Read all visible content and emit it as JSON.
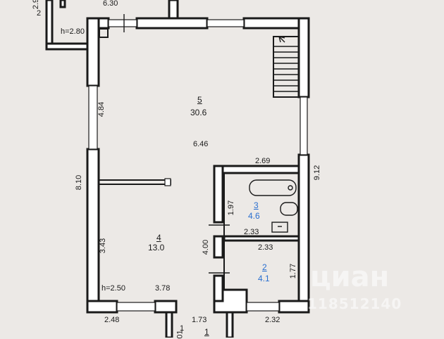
{
  "plan": {
    "rooms": [
      {
        "number": "5",
        "area": "30.6"
      },
      {
        "number": "4",
        "area": "13.0"
      },
      {
        "number": "3",
        "area": "4.6"
      },
      {
        "number": "2",
        "area": "4.1"
      },
      {
        "number": "1",
        "area": ""
      }
    ],
    "dimensions": {
      "d_630": "6.30",
      "d_646": "6.46",
      "d_484": "4.84",
      "d_810": "8.10",
      "d_343": "3.43",
      "d_912": "9.12",
      "d_269": "2.69",
      "d_197": "1.97",
      "d_233a": "2.33",
      "d_233b": "2.33",
      "d_400": "4.00",
      "d_177": "1.77",
      "d_378": "3.78",
      "d_248": "2.48",
      "d_173": "1.73",
      "d_232": "2.32",
      "d_29": "2.9",
      "d_1": "1",
      "d_2": "2",
      "d_01": "01"
    },
    "ceiling_heights": {
      "h_top": "h=2.80",
      "h_bottom": "h=2.50"
    }
  },
  "watermark": {
    "brand": "циан",
    "id": "118512140"
  },
  "colors": {
    "room_small_labels": "#2a6fd0",
    "walls": "#1a1a1a",
    "paper": "#ece9e6"
  }
}
